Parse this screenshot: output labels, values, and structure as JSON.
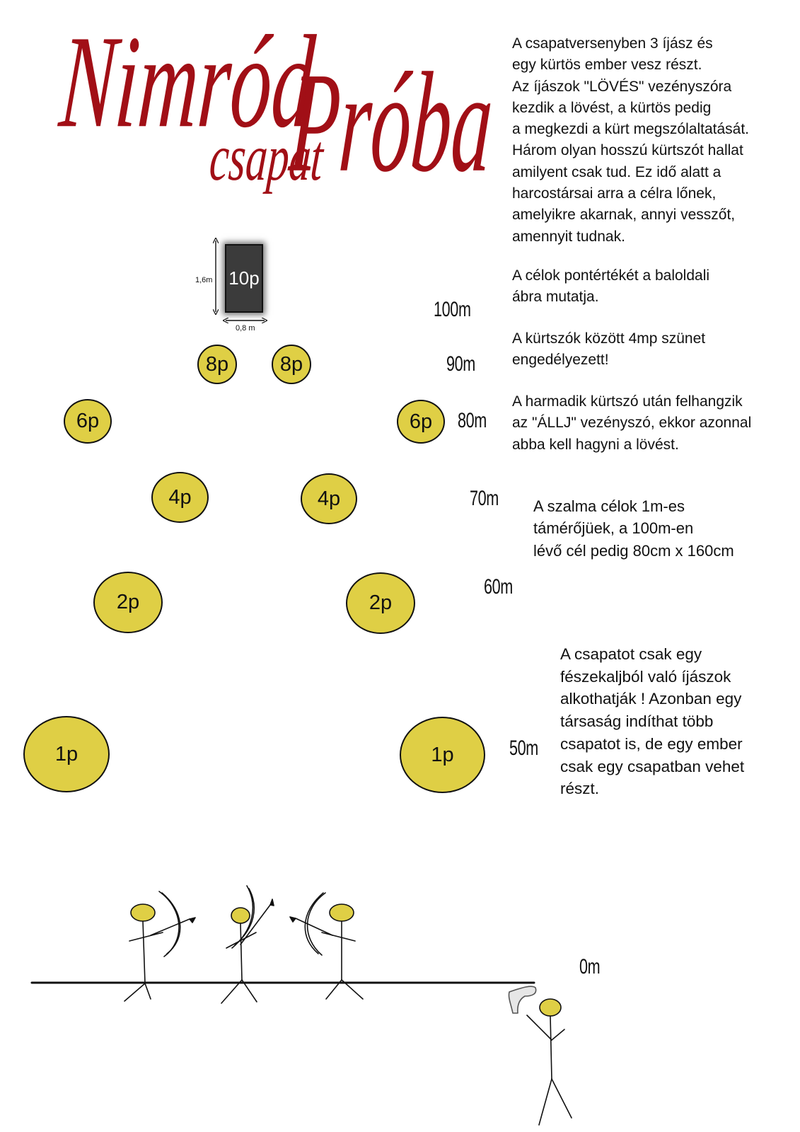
{
  "title": {
    "main_word_1": "Nimród",
    "main_word_2": "Próba",
    "sub_word": "csapat"
  },
  "rules": {
    "lines": [
      "A csapatversenyben 3 íjász és",
      "egy kürtös ember vesz részt.",
      "Az íjászok \"LÖVÉS\" vezényszóra",
      "kezdik a lövést, a kürtös pedig",
      "a megkezdi a kürt megszólaltatását.",
      "Három olyan hosszú kürtszót hallat",
      "amilyent csak tud. Ez idő alatt a",
      "harcostársai arra a célra lőnek,",
      "amelyikre akarnak, annyi vesszőt,",
      "amennyit tudnak."
    ],
    "values_lines": [
      "A célok pontértékét a baloldali",
      "ábra mutatja."
    ],
    "pause_lines": [
      "A kürtszók között 4mp szünet",
      "engedélyezett!"
    ],
    "stop_lines": [
      "A harmadik kürtszó után felhangzik",
      "az \"ÁLLJ\" vezényszó, ekkor azonnal",
      "abba kell hagyni a lövést."
    ],
    "target_lines": [
      "A szalma célok 1m-es",
      "támérőjüek, a 100m-en",
      "lévő cél pedig 80cm x 160cm"
    ],
    "team_lines": [
      "A csapatot csak egy",
      "fészekaljból való íjászok",
      "alkothatják !  Azonban egy",
      "társaság indíthat több",
      "csapatot is, de egy ember",
      "csak egy csapatban vehet",
      "részt."
    ]
  },
  "big_target": {
    "label": "10p",
    "height_label": "1,6m",
    "width_label": "0,8 m",
    "color": "#3b3b3b"
  },
  "targets": {
    "color": "#dfcf45",
    "labels": {
      "p8": "8p",
      "p6": "6p",
      "p4": "4p",
      "p2": "2p",
      "p1": "1p"
    }
  },
  "distances": {
    "d100": "100m",
    "d90": "90m",
    "d80": "80m",
    "d70": "70m",
    "d60": "60m",
    "d50": "50m",
    "d0": "0m"
  },
  "colors": {
    "title": "#a10f16",
    "head_fill": "#dfcf45"
  }
}
